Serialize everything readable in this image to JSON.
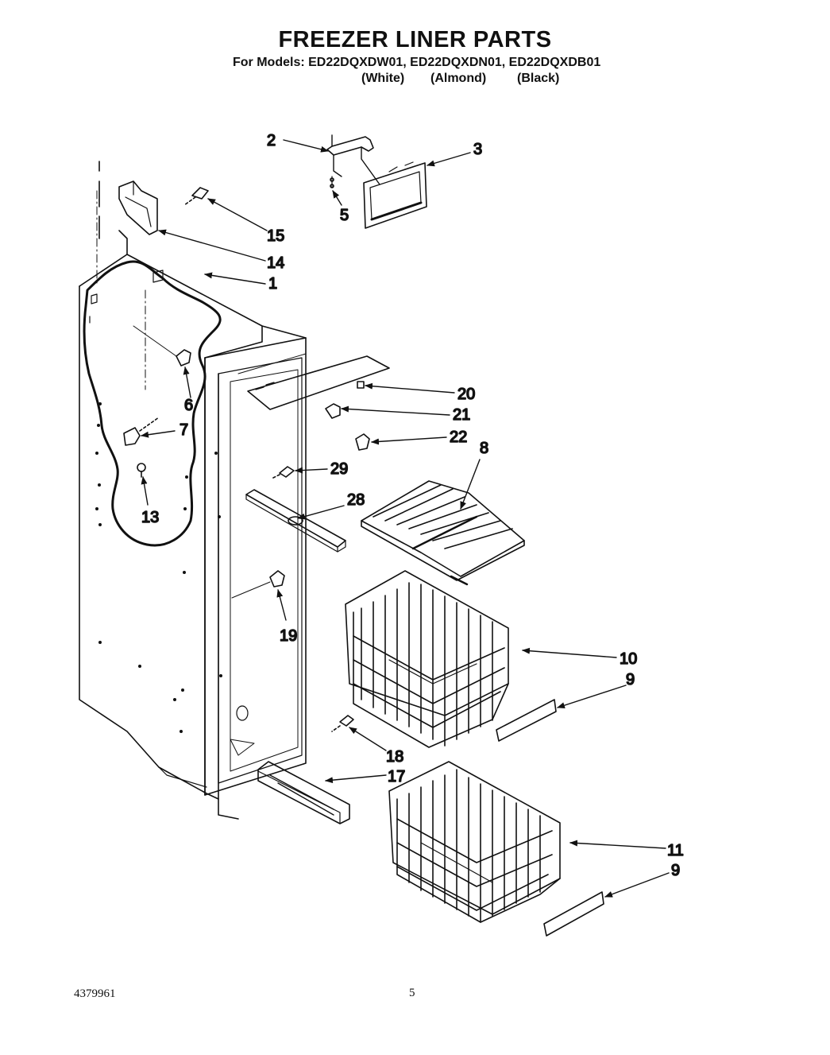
{
  "header": {
    "title": "FREEZER LINER PARTS",
    "models_line": "For Models: ED22DQXDW01, ED22DQXDN01, ED22DQXDB01",
    "colors": [
      "(White)",
      "(Almond)",
      "(Black)"
    ]
  },
  "callouts": {
    "c1": "1",
    "c2": "2",
    "c3": "3",
    "c5": "5",
    "c6": "6",
    "c7": "7",
    "c8": "8",
    "c9a": "9",
    "c9b": "9",
    "c10": "10",
    "c11": "11",
    "c13": "13",
    "c14": "14",
    "c15": "15",
    "c17": "17",
    "c18": "18",
    "c19": "19",
    "c20": "20",
    "c21": "21",
    "c22": "22",
    "c28": "28",
    "c29": "29"
  },
  "footer": {
    "doc_number": "4379961",
    "page_number": "5"
  }
}
